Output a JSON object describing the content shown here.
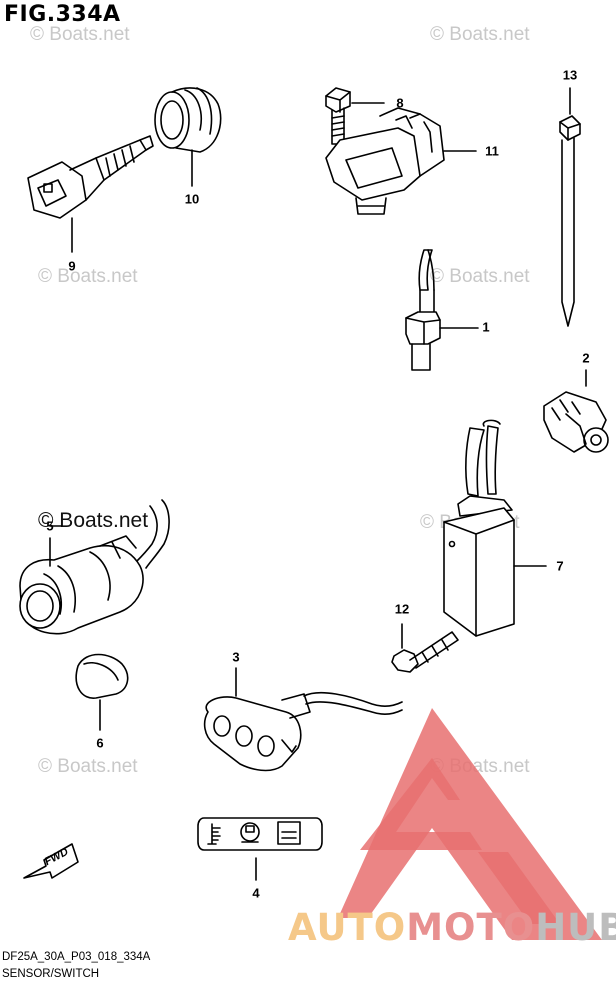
{
  "title": "FIG.334A",
  "watermarks": [
    "© Boats.net",
    "© Boats.net",
    "© Boats.net",
    "© Boats.net",
    "© Boats.net",
    "© Boats.net",
    "© Boats.net"
  ],
  "watermark_main": "© Boats.net",
  "callouts": [
    "1",
    "2",
    "3",
    "4",
    "5",
    "6",
    "7",
    "8",
    "9",
    "10",
    "11",
    "12",
    "13"
  ],
  "fwd_label": "FWD",
  "logo": {
    "part1": "AUTO",
    "part2": "MOTO",
    "part3": "HUB",
    "triangle_color": "#e87070",
    "text_colors": [
      "#f5c889",
      "#e89090",
      "#bdbdbd"
    ]
  },
  "footer": {
    "code": "DF25A_30A_P03_018_334A",
    "caption": "SENSOR/SWITCH"
  }
}
